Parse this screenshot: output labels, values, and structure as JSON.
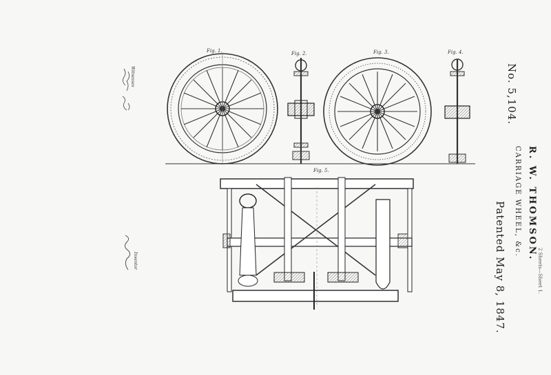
{
  "document": {
    "patent_number": "No. 5,104.",
    "inventor": "R. W. THOMSON.",
    "title": "CARRIAGE WHEEL, &c.",
    "patented": "Patented May 8, 1847.",
    "sheet_label": "2 Sheets—Sheet 1."
  },
  "figures": {
    "fig1": "Fig. 1.",
    "fig2": "Fig. 2.",
    "fig3": "Fig. 3.",
    "fig4": "Fig. 4.",
    "fig5": "Fig. 5."
  },
  "signatures": {
    "witnesses_label": "Witnesses",
    "inventor_label": "Inventor"
  },
  "colors": {
    "paper": "#f7f7f5",
    "ink": "#222222"
  }
}
